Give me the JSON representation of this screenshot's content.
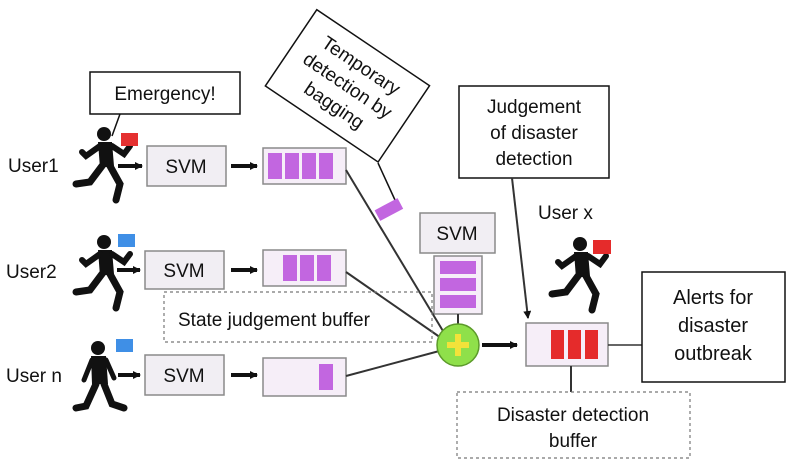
{
  "users": [
    {
      "label": "User1",
      "flag_color": "#e53030"
    },
    {
      "label": "User2",
      "flag_color": "#3f8fe6"
    },
    {
      "label": "User n",
      "flag_color": "#3f8fe6"
    }
  ],
  "svm_label": "SVM",
  "callouts": {
    "emergency": "Emergency!",
    "temporary_detection": [
      "Temporary",
      "detection by",
      "bagging"
    ],
    "judgement_of_disaster": [
      "Judgement",
      "of disaster",
      "detection"
    ],
    "alerts": [
      "Alerts for",
      "disaster",
      "outbreak"
    ]
  },
  "labels": {
    "state_judgement_buffer": "State judgement buffer",
    "user_x": "User x",
    "disaster_detection_buffer": [
      "Disaster detection",
      "buffer"
    ]
  },
  "buffers": {
    "user1_cells": 4,
    "user2_cells": 3,
    "usern_cells": 1,
    "svm_stack_cells": 3,
    "disaster_cells": 3
  },
  "colors": {
    "buffer_fill": "#c266e0",
    "buffer_box": "#f6eef8",
    "svm_box": "#f1eef3",
    "combiner": "#8fe04a",
    "combiner_plus": "#f2e23a",
    "alert_red": "#e52b2b"
  },
  "icons": {
    "runner": "runner-icon",
    "walker": "walking-person-icon",
    "combiner": "plus-circle-icon"
  }
}
